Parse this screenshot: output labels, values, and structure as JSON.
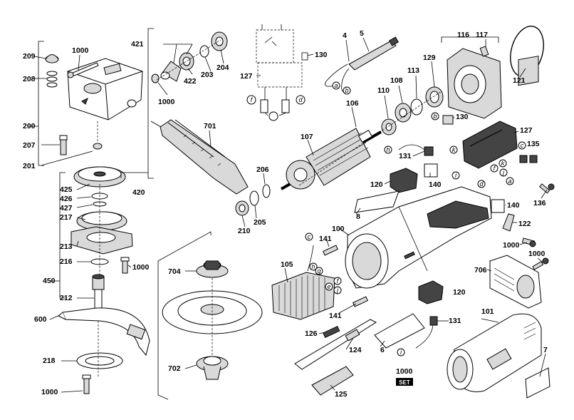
{
  "labels": {
    "p209": "209",
    "p1000a": "1000",
    "p208": "208",
    "p200": "200",
    "p207": "207",
    "p201": "201",
    "p421": "421",
    "p1000b": "1000",
    "p422": "422",
    "p203": "203",
    "p204": "204",
    "p4": "4",
    "p5": "5",
    "p130a": "130",
    "p127a": "127",
    "p116": "116",
    "p117": "117",
    "p129": "129",
    "p121": "121",
    "p110": "110",
    "p108": "108",
    "p113": "113",
    "p106": "106",
    "p130b": "130",
    "p701": "701",
    "p107": "107",
    "p127b": "127",
    "p135": "135",
    "p131a": "131",
    "p206": "206",
    "p425": "425",
    "p426": "426",
    "p427": "427",
    "p420": "420",
    "p120a": "120",
    "p140a": "140",
    "p140b": "140",
    "p136": "136",
    "p217": "217",
    "p8": "8",
    "p210": "210",
    "p205": "205",
    "p141a": "141",
    "p100": "100",
    "p122": "122",
    "p213": "213",
    "p1000c": "1000",
    "p1000d": "1000",
    "p216": "216",
    "p1000e": "1000",
    "p105": "105",
    "p704": "704",
    "p706": "706",
    "p450": "450",
    "p212": "212",
    "p120b": "120",
    "p600": "600",
    "p141b": "141",
    "p131b": "131",
    "p101": "101",
    "p126": "126",
    "p124": "124",
    "p6": "6",
    "p218": "218",
    "p7": "7",
    "p702": "702",
    "p1000f": "1000",
    "p125": "125",
    "p1000g": "1000"
  },
  "circle_letters": {
    "a1": "a",
    "b1": "b",
    "f1": "f",
    "d1": "d",
    "b2": "b",
    "h1": "h",
    "k1": "k",
    "c1": "c",
    "i1": "i",
    "f2": "f",
    "j1": "j",
    "k2": "k",
    "d2": "d",
    "a2": "a",
    "c2": "c",
    "h2": "h",
    "g1": "g",
    "f3": "f",
    "e1": "e",
    "j2": "j",
    "i2": "i"
  },
  "set_badge": "SET",
  "icons": [
    "arrow-icon",
    "motor-symbol-icon",
    "switch-symbol-icon"
  ]
}
